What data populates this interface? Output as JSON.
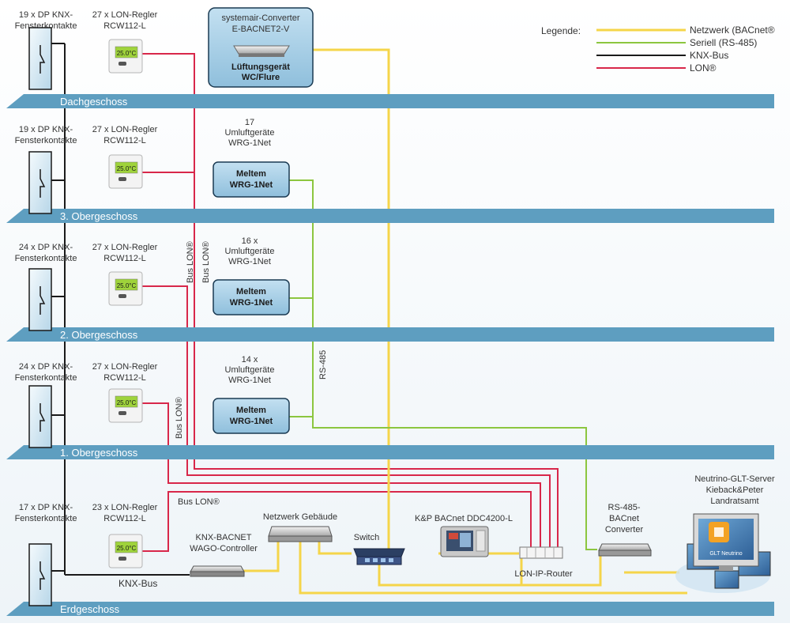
{
  "colors": {
    "network": "#f5d54a",
    "serial": "#8cc63f",
    "knx": "#1a1a1a",
    "lon": "#d8274a",
    "band": "#5e9ec0",
    "box": "#a9cfe6"
  },
  "legend": {
    "title": "Legende:",
    "items": [
      {
        "label": "Netzwerk (BACnet®",
        "color_key": "network"
      },
      {
        "label": "Seriell (RS-485)",
        "color_key": "serial"
      },
      {
        "label": "KNX-Bus",
        "color_key": "knx"
      },
      {
        "label": "LON®",
        "color_key": "lon"
      }
    ]
  },
  "floors": [
    {
      "name": "Dachgeschoss",
      "contacts": [
        "19 x DP KNX-",
        "Fensterkontakte"
      ],
      "regler": [
        "27 x LON-Regler",
        "RCW112-L"
      ]
    },
    {
      "name": "3. Obergeschoss",
      "contacts": [
        "19 x DP KNX-",
        "Fensterkontakte"
      ],
      "regler": [
        "27 x LON-Regler",
        "RCW112-L"
      ],
      "units": [
        "17",
        "Umluftgeräte",
        "WRG-1Net"
      ],
      "box": [
        "Meltem",
        "WRG-1Net"
      ]
    },
    {
      "name": "2. Obergeschoss",
      "contacts": [
        "24 x DP KNX-",
        "Fensterkontakte"
      ],
      "regler": [
        "27 x LON-Regler",
        "RCW112-L"
      ],
      "units": [
        "16 x",
        "Umluftgeräte",
        "WRG-1Net"
      ],
      "box": [
        "Meltem",
        "WRG-1Net"
      ]
    },
    {
      "name": "1. Obergeschoss",
      "contacts": [
        "24 x DP KNX-",
        "Fensterkontakte"
      ],
      "regler": [
        "27 x LON-Regler",
        "RCW112-L"
      ],
      "units": [
        "14 x",
        "Umluftgeräte",
        "WRG-1Net"
      ],
      "box": [
        "Meltem",
        "WRG-1Net"
      ]
    },
    {
      "name": "Erdgeschoss",
      "contacts": [
        "17 x DP KNX-",
        "Fensterkontakte"
      ],
      "regler": [
        "23 x LON-Regler",
        "RCW112-L"
      ]
    }
  ],
  "thermostat_display": "25.0°C",
  "top_converter": {
    "title": [
      "systemair-Converter",
      "E-BACNET2-V"
    ],
    "device": [
      "Lüftungsgerät",
      "WC/Flure"
    ]
  },
  "bus_labels": {
    "bus_lon_1": "Bus LON®",
    "bus_lon_2": "Bus LON®",
    "bus_lon_3": "Bus LON®",
    "bus_lon_4": "Bus LON®",
    "rs485": "RS-485",
    "knx_bus": "KNX-Bus"
  },
  "devices": {
    "wago": [
      "KNX-BACNET",
      "WAGO-Controller"
    ],
    "netzwerk": "Netzwerk Gebäude",
    "switch": "Switch",
    "ddc": "K&P BACnet  DDC4200-L",
    "lon_router": "LON-IP-Router",
    "rs485_conv": [
      "RS-485-",
      "BACnet",
      "Converter"
    ],
    "server": [
      "Neutrino-GLT-Server",
      "Kieback&Peter",
      "Landratsamt"
    ],
    "monitor_text": "GLT Neutrino"
  }
}
